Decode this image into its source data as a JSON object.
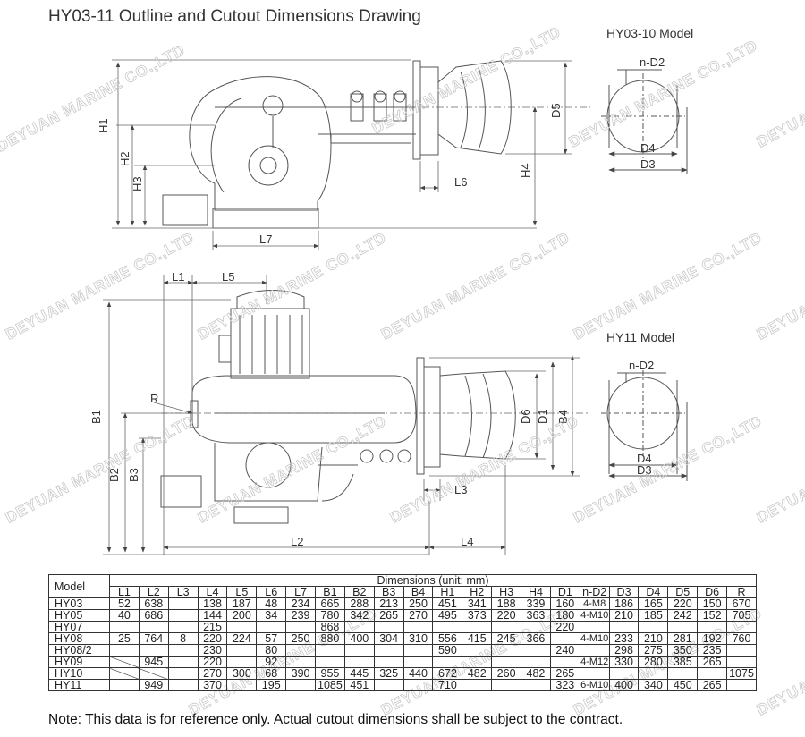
{
  "title": "HY03-11 Outline and Cutout Dimensions Drawing",
  "watermark": "DEYUAN MARINE CO.,LTD",
  "top_view": {
    "dims": [
      "H1",
      "H2",
      "H3",
      "H4",
      "D5",
      "L6",
      "L7"
    ]
  },
  "bottom_view": {
    "dims": [
      "L1",
      "L5",
      "R",
      "B1",
      "B2",
      "B3",
      "D6",
      "D1",
      "B4",
      "L3",
      "L2",
      "L4"
    ]
  },
  "hy03_10": {
    "label": "HY03-10 Model",
    "n_d2": "n-D2",
    "d4": "D4",
    "d3": "D3"
  },
  "hy11": {
    "label": "HY11 Model",
    "n_d2": "n-D2",
    "d4": "D4",
    "d3": "D3"
  },
  "table": {
    "model_header": "Model",
    "dims_header": "Dimensions (unit: mm)",
    "columns": [
      "L1",
      "L2",
      "L3",
      "L4",
      "L5",
      "L6",
      "L7",
      "B1",
      "B2",
      "B3",
      "B4",
      "H1",
      "H2",
      "H3",
      "H4",
      "D1",
      "n-D2",
      "D3",
      "D4",
      "D5",
      "D6",
      "R"
    ],
    "rows": [
      [
        "HY03",
        "52",
        "638",
        "",
        "138",
        "187",
        "48",
        "234",
        "665",
        "288",
        "213",
        "250",
        "451",
        "341",
        "188",
        "339",
        "160",
        "4-M8",
        "186",
        "165",
        "220",
        "150",
        "670"
      ],
      [
        "HY05",
        "40",
        "686",
        "",
        "144",
        "200",
        "34",
        "239",
        "780",
        "342",
        "265",
        "270",
        "495",
        "373",
        "220",
        "363",
        "180",
        "4-M10",
        "210",
        "185",
        "242",
        "152",
        "705"
      ],
      [
        "HY07",
        "",
        "",
        "",
        "215",
        "",
        "",
        "",
        "868",
        "",
        "",
        "",
        "",
        "",
        "",
        "",
        "220",
        "",
        "",
        "",
        "",
        "",
        ""
      ],
      [
        "HY08",
        "25",
        "764",
        "8",
        "220",
        "224",
        "57",
        "250",
        "880",
        "400",
        "304",
        "310",
        "556",
        "415",
        "245",
        "366",
        "",
        "4-M10",
        "233",
        "210",
        "281",
        "192",
        "760"
      ],
      [
        "HY08/2",
        "",
        "",
        "",
        "230",
        "",
        "80",
        "",
        "",
        "",
        "",
        "",
        "590",
        "",
        "",
        "",
        "240",
        "",
        "298",
        "275",
        "350",
        "235",
        ""
      ],
      [
        "HY09",
        "",
        "945",
        "",
        "220",
        "",
        "92",
        "",
        "",
        "",
        "",
        "",
        "",
        "",
        "",
        "",
        "",
        "4-M12",
        "330",
        "280",
        "385",
        "265",
        ""
      ],
      [
        "HY10",
        "",
        "",
        "",
        "270",
        "300",
        "68",
        "390",
        "955",
        "445",
        "325",
        "440",
        "672",
        "482",
        "260",
        "482",
        "265",
        "",
        "",
        "",
        "",
        "",
        "1075"
      ],
      [
        "HY11",
        "",
        "949",
        "",
        "370",
        "",
        "195",
        "",
        "1085",
        "451",
        "",
        "",
        "710",
        "",
        "",
        "",
        "323",
        "6-M10",
        "400",
        "340",
        "450",
        "265",
        ""
      ]
    ]
  },
  "note": "Note: This data is for reference only. Actual cutout dimensions shall be subject to the contract."
}
